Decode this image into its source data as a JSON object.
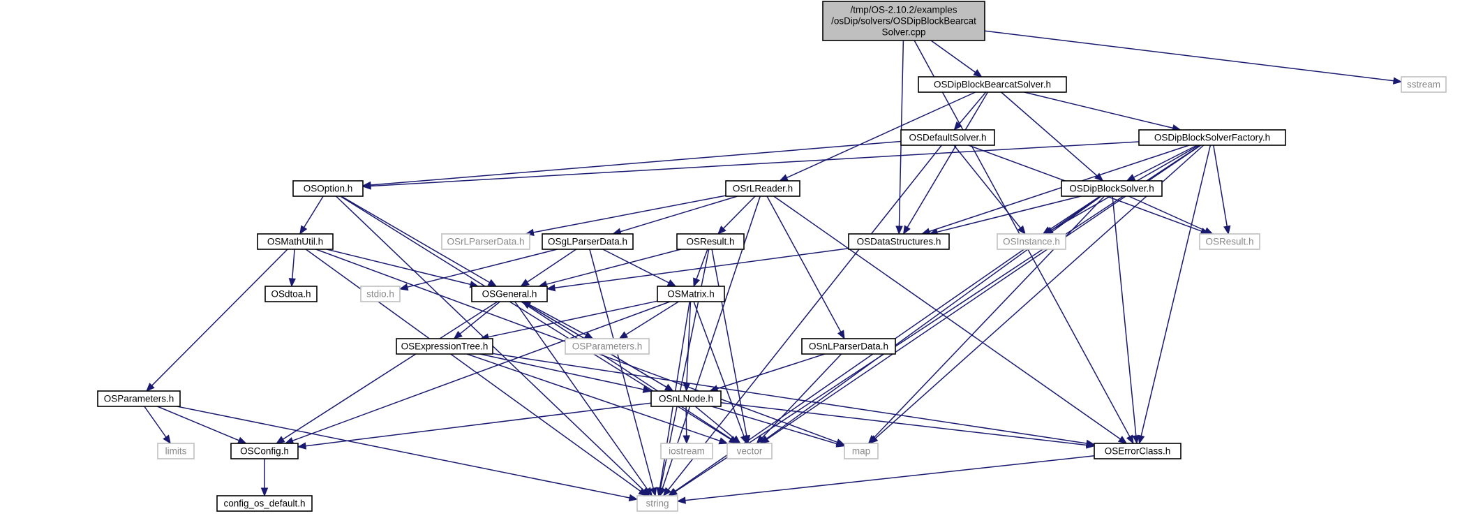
{
  "nodes": {
    "root": {
      "lines": [
        "/tmp/OS-2.10.2/examples",
        "/osDip/solvers/OSDipBlockBearcat",
        "Solver.cpp"
      ]
    },
    "sstream": {
      "lines": [
        "sstream"
      ]
    },
    "OSDipBlockBearcatSolver": {
      "lines": [
        "OSDipBlockBearcatSolver.h"
      ]
    },
    "OSDefaultSolver": {
      "lines": [
        "OSDefaultSolver.h"
      ]
    },
    "OSDipBlockSolverFactory": {
      "lines": [
        "OSDipBlockSolverFactory.h"
      ]
    },
    "OSOption": {
      "lines": [
        "OSOption.h"
      ]
    },
    "OSrLReader": {
      "lines": [
        "OSrLReader.h"
      ]
    },
    "OSDipBlockSolver": {
      "lines": [
        "OSDipBlockSolver.h"
      ]
    },
    "OSMathUtil": {
      "lines": [
        "OSMathUtil.h"
      ]
    },
    "OSrLParserData": {
      "lines": [
        "OSrLParserData.h"
      ]
    },
    "OSgLParserData": {
      "lines": [
        "OSgLParserData.h"
      ]
    },
    "OSResultH": {
      "lines": [
        "OSResult.h"
      ]
    },
    "OSDataStructures": {
      "lines": [
        "OSDataStructures.h"
      ]
    },
    "OSInstance": {
      "lines": [
        "OSInstance.h"
      ]
    },
    "OSResultExt": {
      "lines": [
        "OSResult.h"
      ]
    },
    "OSdtoa": {
      "lines": [
        "OSdtoa.h"
      ]
    },
    "stdio": {
      "lines": [
        "stdio.h"
      ]
    },
    "OSGeneral": {
      "lines": [
        "OSGeneral.h"
      ]
    },
    "OSMatrix": {
      "lines": [
        "OSMatrix.h"
      ]
    },
    "OSExpressionTree": {
      "lines": [
        "OSExpressionTree.h"
      ]
    },
    "OSParametersExt": {
      "lines": [
        "OSParameters.h"
      ]
    },
    "OSnLParserData": {
      "lines": [
        "OSnLParserData.h"
      ]
    },
    "OSParametersH": {
      "lines": [
        "OSParameters.h"
      ]
    },
    "OSnLNode": {
      "lines": [
        "OSnLNode.h"
      ]
    },
    "limits": {
      "lines": [
        "limits"
      ]
    },
    "OSConfig": {
      "lines": [
        "OSConfig.h"
      ]
    },
    "iostream": {
      "lines": [
        "iostream"
      ]
    },
    "vector": {
      "lines": [
        "vector"
      ]
    },
    "map": {
      "lines": [
        "map"
      ]
    },
    "OSErrorClass": {
      "lines": [
        "OSErrorClass.h"
      ]
    },
    "config_os_default": {
      "lines": [
        "config_os_default.h"
      ]
    },
    "string": {
      "lines": [
        "string"
      ]
    }
  },
  "edges": [
    [
      "root",
      "OSDipBlockBearcatSolver"
    ],
    [
      "root",
      "sstream"
    ],
    [
      "root",
      "OSDataStructures"
    ],
    [
      "root",
      "OSErrorClass"
    ],
    [
      "OSDipBlockBearcatSolver",
      "OSDefaultSolver"
    ],
    [
      "OSDipBlockBearcatSolver",
      "OSDipBlockSolverFactory"
    ],
    [
      "OSDipBlockBearcatSolver",
      "OSrLReader"
    ],
    [
      "OSDipBlockBearcatSolver",
      "OSDipBlockSolver"
    ],
    [
      "OSDipBlockBearcatSolver",
      "OSDataStructures"
    ],
    [
      "OSDefaultSolver",
      "OSOption"
    ],
    [
      "OSDefaultSolver",
      "OSInstance"
    ],
    [
      "OSDefaultSolver",
      "OSResultExt"
    ],
    [
      "OSDefaultSolver",
      "string"
    ],
    [
      "OSDipBlockSolverFactory",
      "OSOption"
    ],
    [
      "OSDipBlockSolverFactory",
      "OSDipBlockSolver"
    ],
    [
      "OSDipBlockSolverFactory",
      "OSDataStructures"
    ],
    [
      "OSDipBlockSolverFactory",
      "OSInstance"
    ],
    [
      "OSDipBlockSolverFactory",
      "OSResultExt"
    ],
    [
      "OSDipBlockSolverFactory",
      "OSErrorClass"
    ],
    [
      "OSDipBlockSolverFactory",
      "vector"
    ],
    [
      "OSDipBlockSolverFactory",
      "map"
    ],
    [
      "OSDipBlockSolverFactory",
      "string"
    ],
    [
      "OSOption",
      "OSMathUtil"
    ],
    [
      "OSOption",
      "OSGeneral"
    ],
    [
      "OSOption",
      "vector"
    ],
    [
      "OSOption",
      "string"
    ],
    [
      "OSrLReader",
      "OSrLParserData"
    ],
    [
      "OSrLReader",
      "OSgLParserData"
    ],
    [
      "OSrLReader",
      "OSResultH"
    ],
    [
      "OSrLReader",
      "OSnLParserData"
    ],
    [
      "OSrLReader",
      "OSErrorClass"
    ],
    [
      "OSrLReader",
      "string"
    ],
    [
      "OSDipBlockSolver",
      "OSDataStructures"
    ],
    [
      "OSDipBlockSolver",
      "OSInstance"
    ],
    [
      "OSDipBlockSolver",
      "OSResultExt"
    ],
    [
      "OSDipBlockSolver",
      "OSErrorClass"
    ],
    [
      "OSDipBlockSolver",
      "vector"
    ],
    [
      "OSDipBlockSolver",
      "map"
    ],
    [
      "OSDipBlockSolver",
      "string"
    ],
    [
      "OSMathUtil",
      "OSdtoa"
    ],
    [
      "OSMathUtil",
      "OSGeneral"
    ],
    [
      "OSMathUtil",
      "OSParametersH"
    ],
    [
      "OSMathUtil",
      "map"
    ],
    [
      "OSMathUtil",
      "string"
    ],
    [
      "OSgLParserData",
      "stdio"
    ],
    [
      "OSgLParserData",
      "OSGeneral"
    ],
    [
      "OSgLParserData",
      "OSMatrix"
    ],
    [
      "OSgLParserData",
      "string"
    ],
    [
      "OSResultH",
      "OSGeneral"
    ],
    [
      "OSResultH",
      "OSMatrix"
    ],
    [
      "OSResultH",
      "vector"
    ],
    [
      "OSResultH",
      "string"
    ],
    [
      "OSDataStructures",
      "OSGeneral"
    ],
    [
      "OSGeneral",
      "OSExpressionTree"
    ],
    [
      "OSGeneral",
      "OSParametersExt"
    ],
    [
      "OSGeneral",
      "OSnLNode"
    ],
    [
      "OSGeneral",
      "OSConfig"
    ],
    [
      "OSGeneral",
      "vector"
    ],
    [
      "OSGeneral",
      "string"
    ],
    [
      "OSMatrix",
      "OSExpressionTree"
    ],
    [
      "OSMatrix",
      "OSParametersExt"
    ],
    [
      "OSMatrix",
      "OSnLNode"
    ],
    [
      "OSMatrix",
      "OSConfig"
    ],
    [
      "OSMatrix",
      "vector"
    ],
    [
      "OSMatrix",
      "string"
    ],
    [
      "OSExpressionTree",
      "OSnLNode"
    ],
    [
      "OSExpressionTree",
      "vector"
    ],
    [
      "OSExpressionTree",
      "OSErrorClass"
    ],
    [
      "OSnLParserData",
      "OSnLNode"
    ],
    [
      "OSnLParserData",
      "vector"
    ],
    [
      "OSnLNode",
      "OSGeneral"
    ],
    [
      "OSnLNode",
      "OSConfig"
    ],
    [
      "OSnLNode",
      "iostream"
    ],
    [
      "OSnLNode",
      "vector"
    ],
    [
      "OSnLNode",
      "map"
    ],
    [
      "OSnLNode",
      "OSErrorClass"
    ],
    [
      "OSParametersH",
      "limits"
    ],
    [
      "OSParametersH",
      "OSConfig"
    ],
    [
      "OSParametersH",
      "string"
    ],
    [
      "OSConfig",
      "config_os_default"
    ],
    [
      "OSErrorClass",
      "string"
    ]
  ]
}
